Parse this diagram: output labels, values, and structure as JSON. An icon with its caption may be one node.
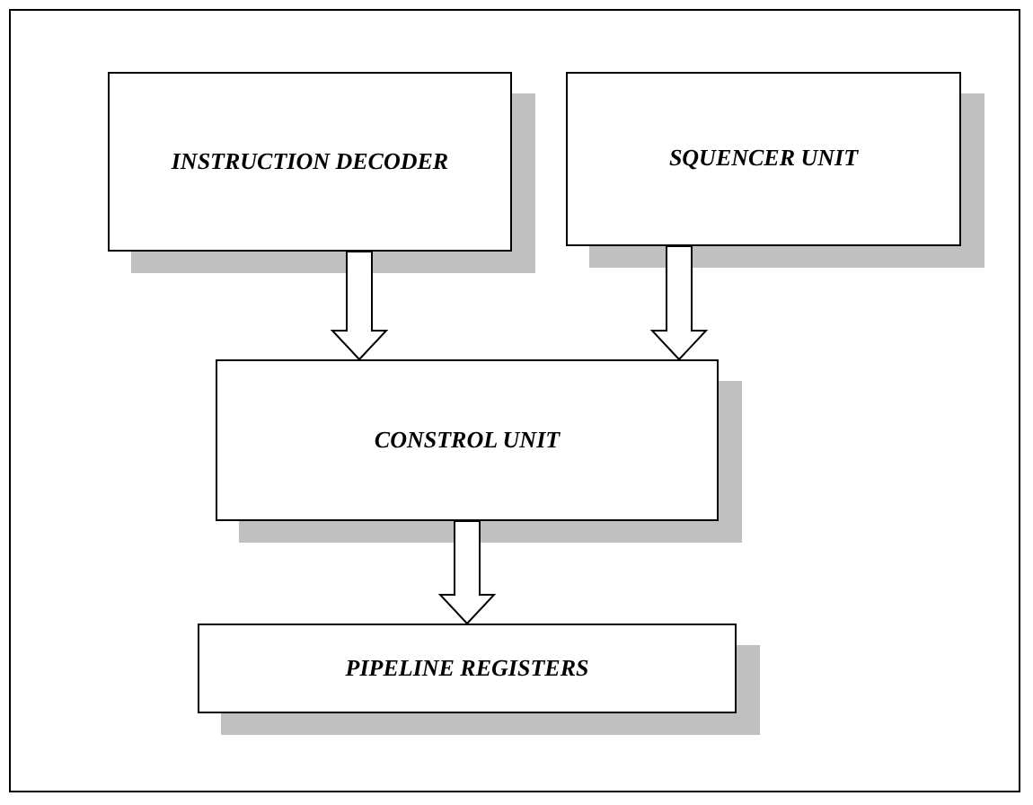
{
  "diagram": {
    "nodes": [
      {
        "text": [
          "INSTRUCTION DECODER"
        ]
      },
      {
        "text": [
          "SQUENCER UNIT"
        ]
      },
      {
        "text": [
          "CONSTROL UNIT"
        ]
      },
      {
        "text": [
          "PIPELINE REGISTERS"
        ]
      }
    ],
    "edges": [
      {
        "from": 0,
        "to": 2,
        "arrow": "to"
      },
      {
        "from": 1,
        "to": 2,
        "arrow": "to"
      },
      {
        "from": 2,
        "to": 3,
        "arrow": "to"
      }
    ]
  }
}
